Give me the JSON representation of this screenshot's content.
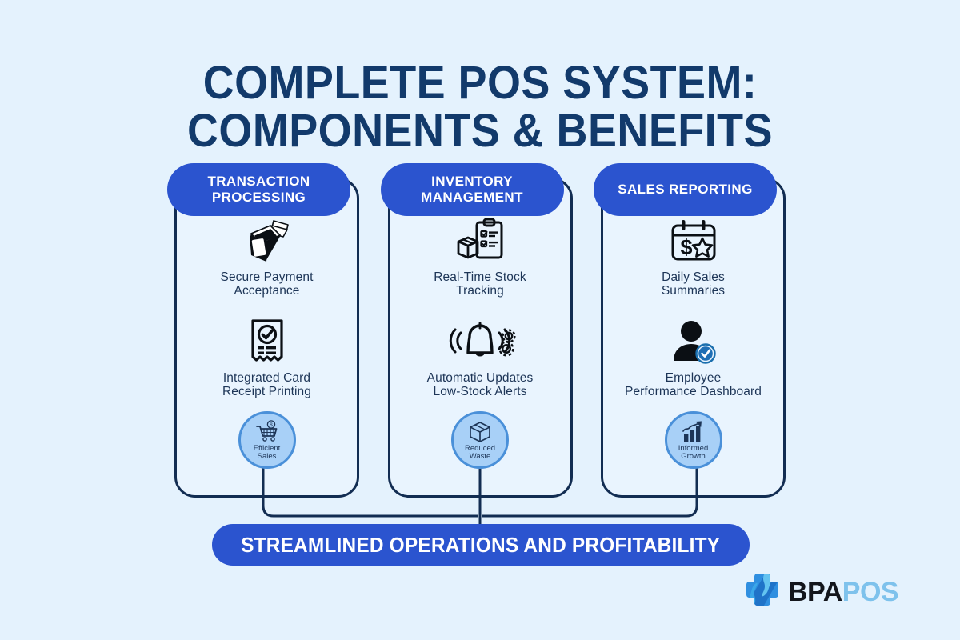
{
  "theme": {
    "background": "#e4f2fd",
    "navy": "#123a6b",
    "royal_blue": "#2b54cf",
    "card_fill": "#e9f4fe",
    "card_border": "#122d52",
    "circle_fill": "#a8d0f7",
    "circle_border": "#4a90d9",
    "body_text": "#1d3557",
    "logo_black": "#13161c",
    "logo_light_blue": "#7ec2ec"
  },
  "title": {
    "line1": "COMPLETE POS SYSTEM:",
    "line2": "COMPONENTS & BENEFITS"
  },
  "columns": [
    {
      "header": "TRANSACTION\nPROCESSING",
      "features": [
        {
          "icon": "card-terminal-icon",
          "label": "Secure Payment\nAcceptance"
        },
        {
          "icon": "receipt-check-icon",
          "label": "Integrated Card\nReceipt Printing"
        }
      ],
      "benefit": {
        "icon": "shopping-cart-dollar-icon",
        "label": "Efficient\nSales"
      }
    },
    {
      "header": "INVENTORY\nMANAGEMENT",
      "features": [
        {
          "icon": "clipboard-box-icon",
          "label": "Real-Time Stock\nTracking"
        },
        {
          "icon": "bell-gears-icon",
          "label": "Automatic Updates\nLow-Stock Alerts"
        }
      ],
      "benefit": {
        "icon": "package-box-icon",
        "label": "Reduced\nWaste"
      }
    },
    {
      "header": "SALES\nREPORTING",
      "features": [
        {
          "icon": "calendar-dollar-star-icon",
          "label": "Daily Sales\nSummaries"
        },
        {
          "icon": "employee-check-icon",
          "label": "Employee\nPerformance Dashboard"
        }
      ],
      "benefit": {
        "icon": "growth-bar-chart-icon",
        "label": "Informed\nGrowth"
      }
    }
  ],
  "banner": {
    "text": "STREAMLINED OPERATIONS AND PROFITABILITY"
  },
  "logo": {
    "mark": "blue-cross-bolt-logo-icon",
    "name_bold": "BPA",
    "name_light": "POS"
  }
}
